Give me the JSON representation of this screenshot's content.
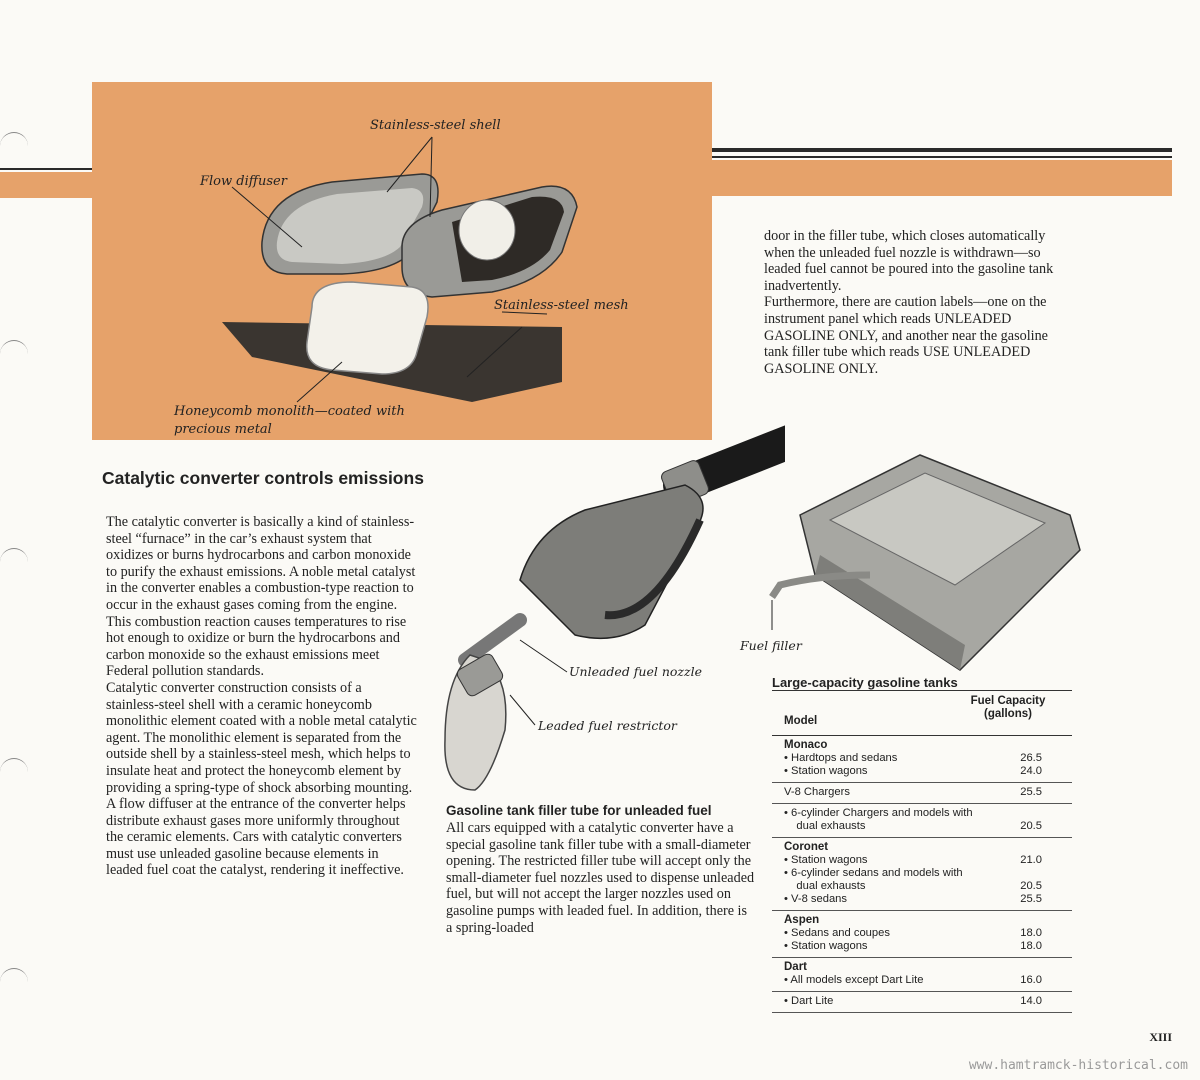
{
  "illustration": {
    "callouts": {
      "shell": "Stainless-steel shell",
      "diffuser": "Flow diffuser",
      "mesh": "Stainless-steel mesh",
      "monolith_line1": "Honeycomb monolith—coated with",
      "monolith_line2": "precious metal"
    }
  },
  "article": {
    "heading": "Catalytic converter controls emissions",
    "column1": [
      "The catalytic converter is basically a kind of stainless-steel “furnace” in the car’s exhaust system that oxidizes or burns hydrocarbons and carbon monoxide to purify the exhaust emissions. A noble metal catalyst in the converter enables a combustion-type reaction to occur in the exhaust gases coming from the engine. This combustion reaction causes temperatures to rise hot enough to oxidize or burn the hydrocarbons and carbon monoxide so the exhaust emissions meet Federal pollution standards.",
      "Catalytic converter construction consists of a stainless-steel shell with a ceramic honeycomb monolithic element coated with a noble metal catalytic agent. The monolithic element is separated from the outside shell by a stainless-steel mesh, which helps to insulate heat and protect the honeycomb element by providing a spring-type of shock absorbing mounting. A flow diffuser at the entrance of the converter helps distribute exhaust gases more uniformly throughout the ceramic elements. Cars with catalytic converters must use unleaded gasoline because elements in leaded fuel coat the catalyst, rendering it ineffective."
    ],
    "subheading": "Gasoline tank filler tube for unleaded fuel",
    "column2": "All cars equipped with a catalytic converter have a special gasoline tank filler tube with a small-diameter opening. The restricted filler tube will accept only the small-diameter fuel nozzles used to dispense unleaded fuel, but will not accept the larger nozzles used on gasoline pumps with leaded fuel. In addition, there is a spring-loaded",
    "column3_p1": "door in the filler tube, which closes automatically when the unleaded fuel nozzle is withdrawn—so leaded fuel cannot be poured into the gasoline tank inadvertently.",
    "column3_p2": "Furthermore, there are caution labels—one on the instrument panel which reads UNLEADED GASOLINE ONLY, and another near the gasoline tank filler tube which reads USE UNLEADED GASOLINE ONLY."
  },
  "figures": {
    "nozzle": "Unleaded fuel nozzle",
    "restrictor": "Leaded fuel restrictor",
    "filler": "Fuel filler"
  },
  "table": {
    "title": "Large-capacity gasoline tanks",
    "col_model": "Model",
    "col_capacity_1": "Fuel Capacity",
    "col_capacity_2": "(gallons)",
    "groups": [
      {
        "name": "Monaco",
        "rows": [
          {
            "label": "• Hardtops and sedans",
            "value": "26.5"
          },
          {
            "label": "• Station wagons",
            "value": "24.0"
          }
        ]
      },
      {
        "name": "",
        "rows": [
          {
            "label": "V-8 Chargers",
            "value": "25.5"
          }
        ]
      },
      {
        "name": "",
        "rows": [
          {
            "label": "• 6-cylinder Chargers and models with",
            "value": ""
          },
          {
            "label": "    dual exhausts",
            "value": "20.5"
          }
        ]
      },
      {
        "name": "Coronet",
        "rows": [
          {
            "label": "• Station wagons",
            "value": "21.0"
          },
          {
            "label": "• 6-cylinder sedans and models with",
            "value": ""
          },
          {
            "label": "    dual exhausts",
            "value": "20.5"
          },
          {
            "label": "• V-8 sedans",
            "value": "25.5"
          }
        ]
      },
      {
        "name": "Aspen",
        "rows": [
          {
            "label": "• Sedans and coupes",
            "value": "18.0"
          },
          {
            "label": "• Station wagons",
            "value": "18.0"
          }
        ]
      },
      {
        "name": "Dart",
        "rows": [
          {
            "label": "• All models except Dart Lite",
            "value": "16.0"
          }
        ]
      },
      {
        "name": "",
        "rows": [
          {
            "label": "• Dart Lite",
            "value": "14.0"
          }
        ]
      }
    ]
  },
  "page_number": "XIII",
  "watermark": "www.hamtramck-historical.com",
  "colors": {
    "panel": "#e6a26a",
    "text": "#222222"
  }
}
